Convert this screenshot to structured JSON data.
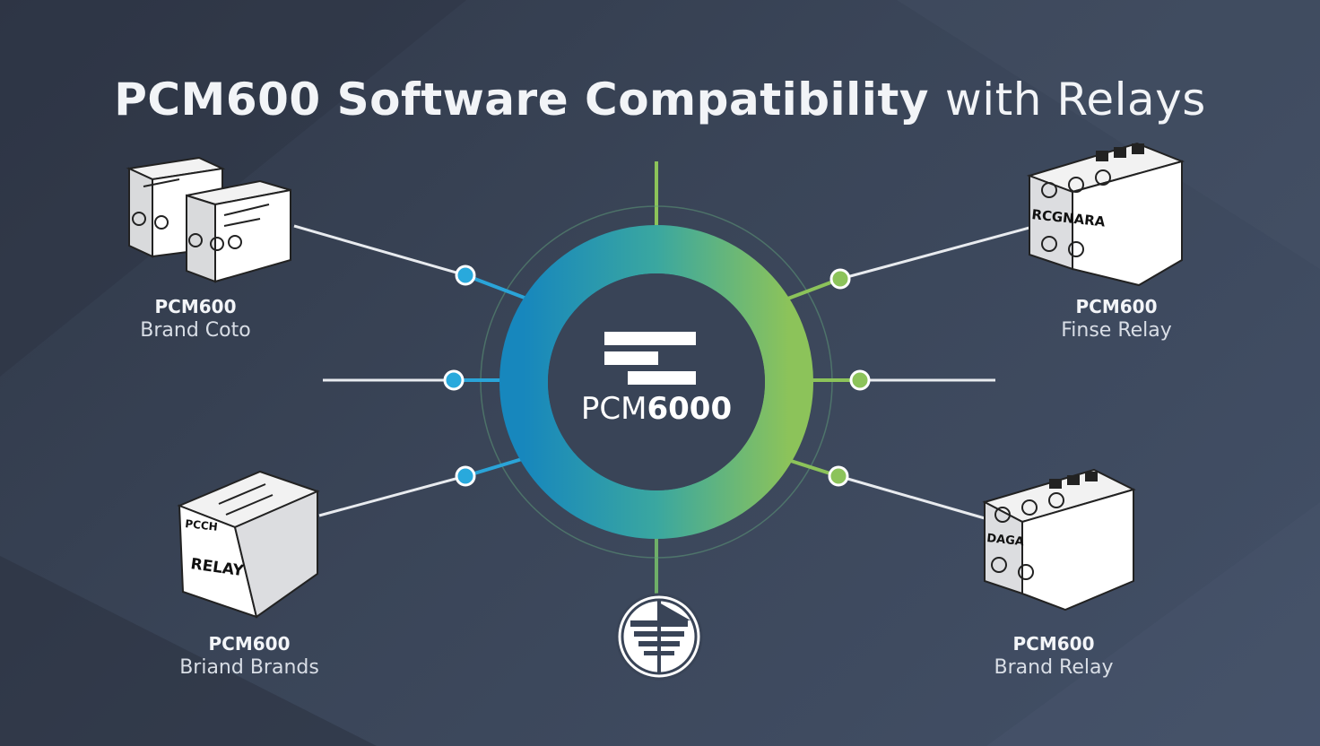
{
  "title": {
    "main": "PCM600 Software Compatibility",
    "suffix": "with Relays"
  },
  "hub": {
    "label_a": "PCM",
    "label_b": "6000"
  },
  "relays": [
    {
      "model": "PCM600",
      "desc": "Brand Coto",
      "device_text": ""
    },
    {
      "model": "PCM600",
      "desc": "Finse Relay",
      "device_text": "RCGNARA"
    },
    {
      "model": "PCM600",
      "desc": "Briand Brands",
      "device_text": "RELAY",
      "device_text_2": "PCCH"
    },
    {
      "model": "PCM600",
      "desc": "Brand Relay",
      "device_text": "DAGA"
    }
  ],
  "colors": {
    "background": "#3a4558",
    "ring_blue": "#1b8fc0",
    "ring_green": "#8cc35a",
    "node_blue": "#29a9dc",
    "node_green": "#8cc35a",
    "line": "#e8ebef"
  }
}
